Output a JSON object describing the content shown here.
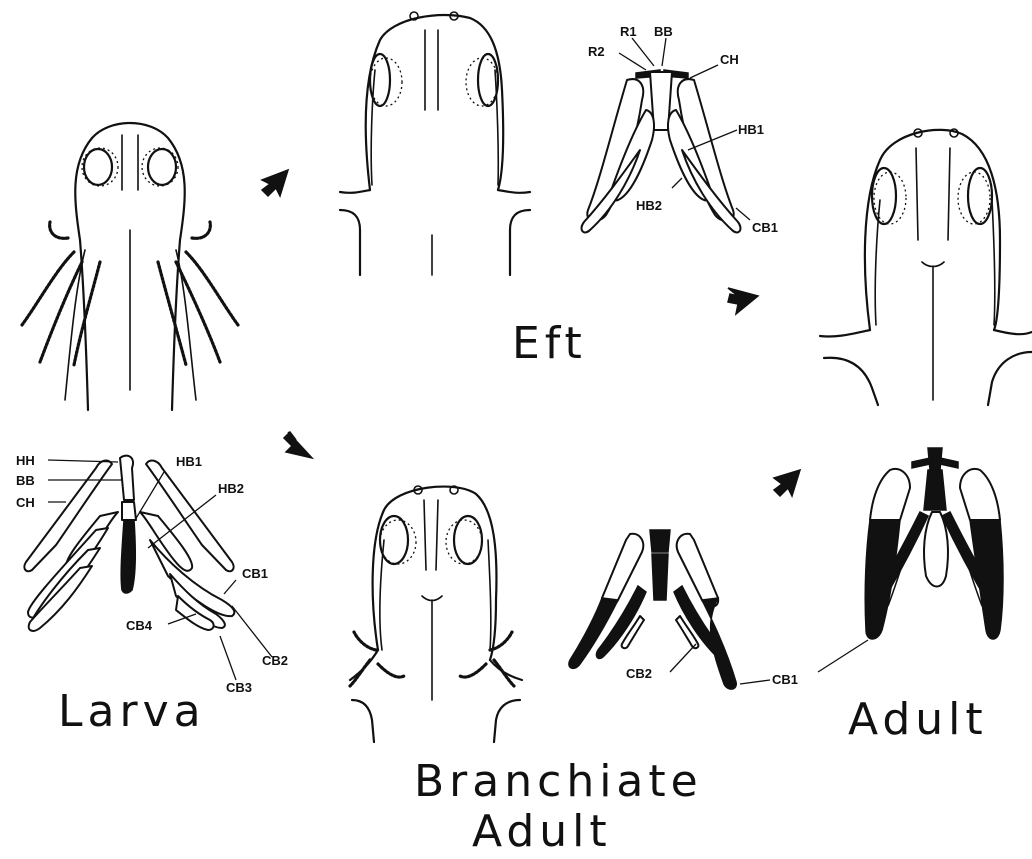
{
  "stages": {
    "larva": "Larva",
    "eft": "Eft",
    "branchiate_adult_line1": "Branchiate",
    "branchiate_adult_line2": "Adult",
    "adult": "Adult"
  },
  "larva_skeleton_labels": {
    "hh": "HH",
    "bb": "BB",
    "ch": "CH",
    "hb1": "HB1",
    "hb2": "HB2",
    "cb1": "CB1",
    "cb2": "CB2",
    "cb3": "CB3",
    "cb4": "CB4"
  },
  "eft_skeleton_labels": {
    "r1": "R1",
    "bb": "BB",
    "r2": "R2",
    "ch": "CH",
    "hb1": "HB1",
    "hb2": "HB2",
    "cb1": "CB1"
  },
  "adult_skeleton_labels": {
    "cb2": "CB2",
    "cb1": "CB1"
  },
  "colors": {
    "ink": "#111111",
    "background": "#ffffff"
  }
}
